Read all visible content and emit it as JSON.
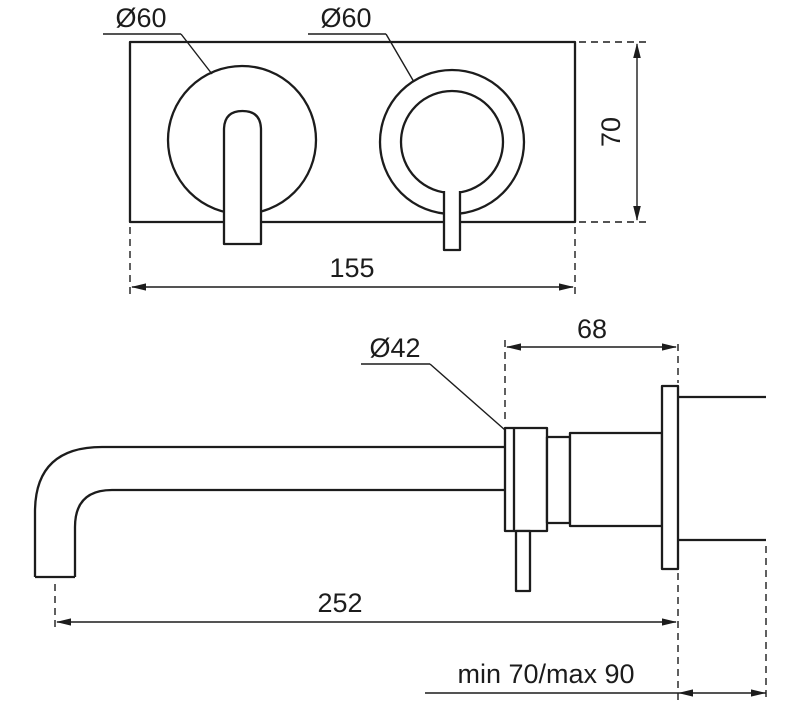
{
  "colors": {
    "background": "#ffffff",
    "line": "#1c1c1c"
  },
  "front_view": {
    "left_handle_diameter": "Ø60",
    "right_handle_diameter": "Ø60",
    "plate_height": "70",
    "plate_width": "155"
  },
  "side_view": {
    "body_diameter": "Ø42",
    "body_length": "68",
    "spout_reach": "252",
    "install_depth": "min 70/max 90"
  }
}
